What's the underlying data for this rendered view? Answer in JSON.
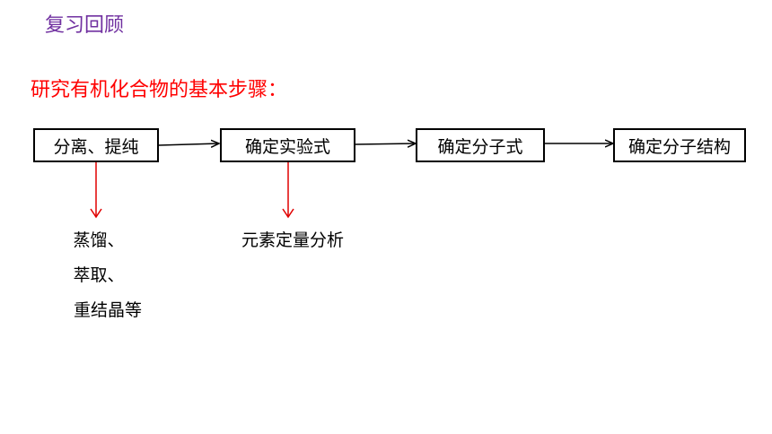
{
  "title": "复习回顾",
  "heading": "研究有机化合物的基本步骤：",
  "steps": [
    "分离、提纯",
    "确定实验式",
    "确定分子式",
    "确定分子结构"
  ],
  "notes": {
    "separation": [
      "蒸馏、",
      "萃取、",
      "重结晶等"
    ],
    "empirical": "元素定量分析"
  },
  "colors": {
    "title": "#7030a0",
    "heading": "#ff0000",
    "down_arrow": "#e00000",
    "flow_arrow": "#000000"
  }
}
